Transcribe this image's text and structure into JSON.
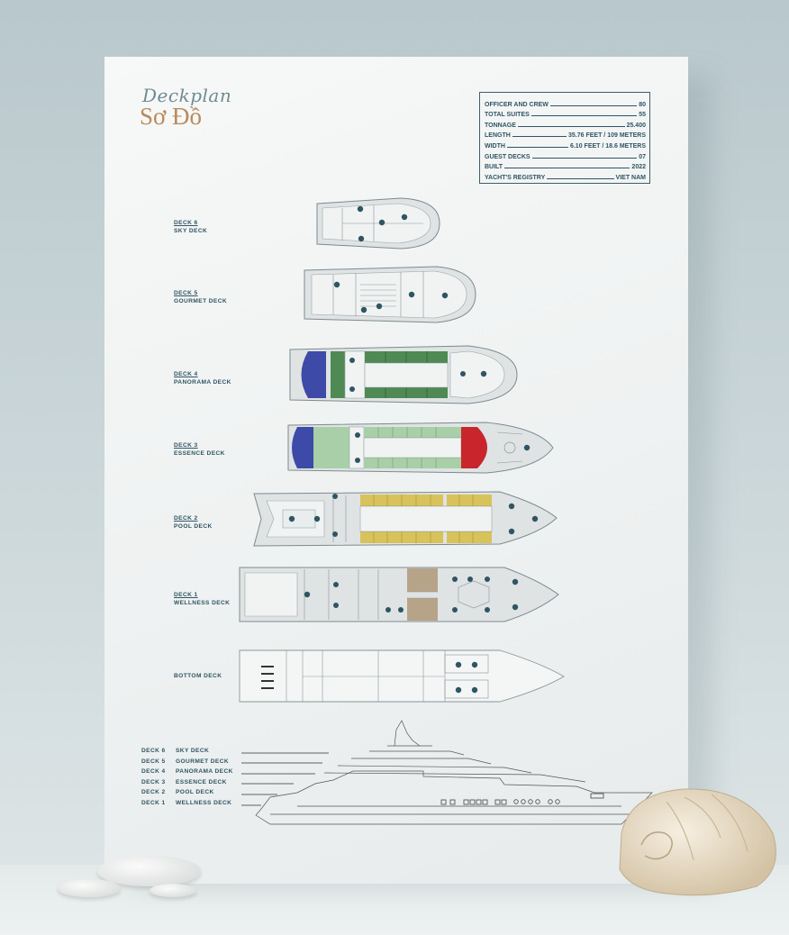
{
  "title": {
    "script": "Deckplan",
    "main": "Sơ Đồ"
  },
  "specs": [
    {
      "label": "OFFICER AND CREW",
      "value": "80"
    },
    {
      "label": "TOTAL SUITES",
      "value": "55"
    },
    {
      "label": "TONNAGE",
      "value": "25.400"
    },
    {
      "label": "LENGTH",
      "value": "35.76 FEET / 109 METERS"
    },
    {
      "label": "WIDTH",
      "value": "6.10 FEET / 18.6 METERS"
    },
    {
      "label": "GUEST DECKS",
      "value": "07"
    },
    {
      "label": "BUILT",
      "value": "2022"
    },
    {
      "label": "YACHT'S REGISTRY",
      "value": "VIET NAM"
    }
  ],
  "decks": [
    {
      "num": "DECK 6",
      "name": "SKY DECK"
    },
    {
      "num": "DECK 5",
      "name": "GOURMET DECK"
    },
    {
      "num": "DECK 4",
      "name": "PANORAMA DECK"
    },
    {
      "num": "DECK 3",
      "name": "ESSENCE DECK"
    },
    {
      "num": "DECK 2",
      "name": "POOL DECK"
    },
    {
      "num": "DECK 1",
      "name": "WELLNESS DECK"
    }
  ],
  "bottom_deck": "BOTTOM DECK",
  "colors": {
    "ink": "#2f5563",
    "green": "#4f8a55",
    "light_green": "#a9cfa8",
    "blue": "#3d4aa8",
    "red": "#c8262c",
    "gold": "#d8c25a",
    "tan": "#b7a388",
    "hull": "#dfe3e4"
  }
}
